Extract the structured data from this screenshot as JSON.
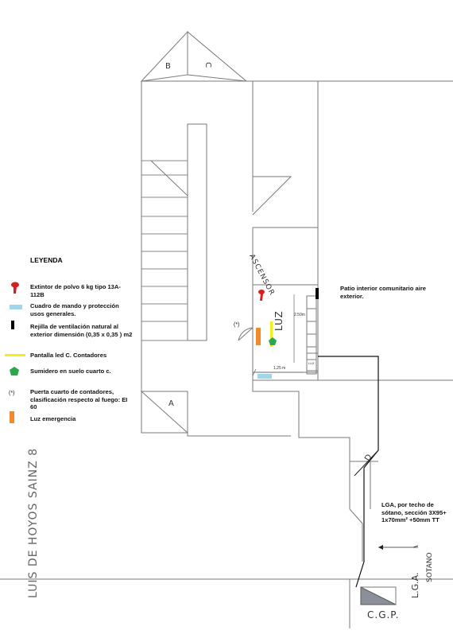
{
  "legend": {
    "title": "LEYENDA",
    "items": [
      {
        "symbol": "extintor-icon",
        "color": "#d62020",
        "text": "Extintor de polvo 6 kg tipo 13A-112B"
      },
      {
        "symbol": "cuadro-icon",
        "color": "#9fd6ea",
        "text": "Cuadro de mando y protección usos generales."
      },
      {
        "symbol": "rejilla-icon",
        "color": "#000000",
        "text": "Rejilla de ventilación natural al exterior dimensión (0,35 x 0,35 ) m2"
      },
      {
        "symbol": "pantalla-icon",
        "color": "#f2ee1a",
        "text": "Pantalla led C. Contadores"
      },
      {
        "symbol": "sumidero-icon",
        "color": "#2aa84a",
        "text": "Sumidero en suelo cuarto c."
      },
      {
        "symbol": "(*)",
        "color": "#000000",
        "text": "Puerta cuarto de contadores, clasificación respecto al fuego: EI 60"
      },
      {
        "symbol": "emergencia-icon",
        "color": "#f28a2a",
        "text": "Luz emergencia"
      }
    ]
  },
  "labels": {
    "stair_b": "B",
    "stair_c": "C",
    "stair_a": "A",
    "stair_d": "D",
    "ascensor": "ASCENSOR",
    "luz": "LUZ",
    "door_mark": "(*)",
    "dim_height": "2.50m",
    "dim_width": "1,25 m",
    "small_box": "LUZ",
    "patio": "Patio interior comunitario aire exterior.",
    "lga_note": "LGA, por techo de sótano, sección 3X95+ 1x70mm² +50mm TT",
    "street": "LUIS DE HOYOS SAINZ 8",
    "lga_hand": "L.G.A.",
    "sotano": "SOTANO",
    "cgp": "C.G.P."
  }
}
